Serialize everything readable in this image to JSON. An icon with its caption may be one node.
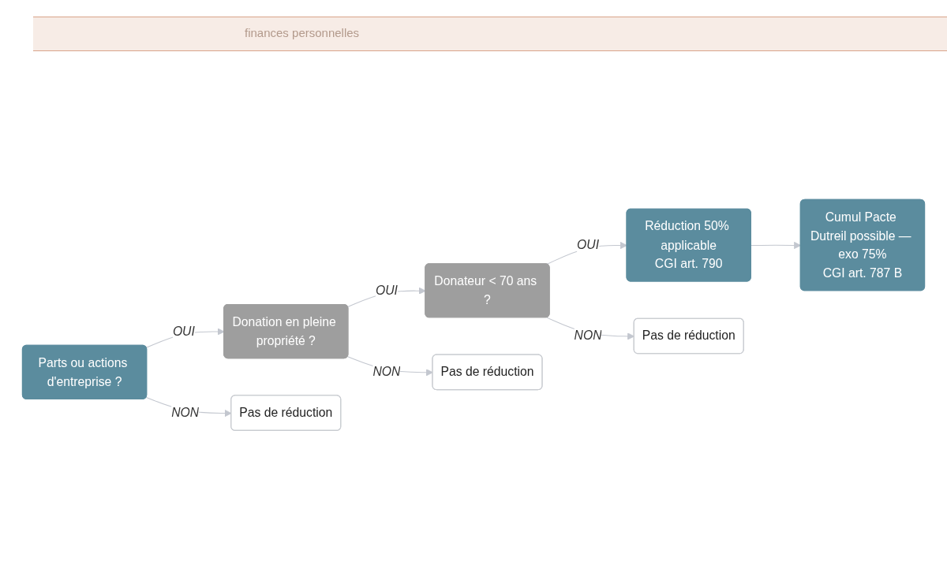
{
  "diagram": {
    "nodes": [
      {
        "text": [
          "Parts ou actions d'entreprise ?"
        ]
      },
      {
        "text": [
          "Donation en pleine propriété ?"
        ]
      },
      {
        "text": [
          "Pas de réduction"
        ]
      },
      {
        "text": [
          "Donateur < 70 ans ?"
        ]
      },
      {
        "text": [
          "Pas de réduction"
        ]
      },
      {
        "text": [
          "Réduction 50% applicable",
          "CGI art. 790"
        ]
      },
      {
        "text": [
          "Pas de réduction"
        ]
      },
      {
        "text": [
          "Cumul Pacte Dutreil possible — exo 75%",
          "CGI art. 787 B"
        ]
      }
    ],
    "edges": [
      {
        "from": 0,
        "to": 1,
        "arrow": "to",
        "label": "OUI"
      },
      {
        "from": 0,
        "to": 2,
        "arrow": "to",
        "label": "NON"
      },
      {
        "from": 1,
        "to": 3,
        "arrow": "to",
        "label": "OUI"
      },
      {
        "from": 1,
        "to": 4,
        "arrow": "to",
        "label": "NON"
      },
      {
        "from": 3,
        "to": 5,
        "arrow": "to",
        "label": "OUI"
      },
      {
        "from": 3,
        "to": 6,
        "arrow": "to",
        "label": "NON"
      },
      {
        "from": 5,
        "to": 7,
        "arrow": "to"
      }
    ],
    "labels": [
      "finances personnelles"
    ]
  }
}
